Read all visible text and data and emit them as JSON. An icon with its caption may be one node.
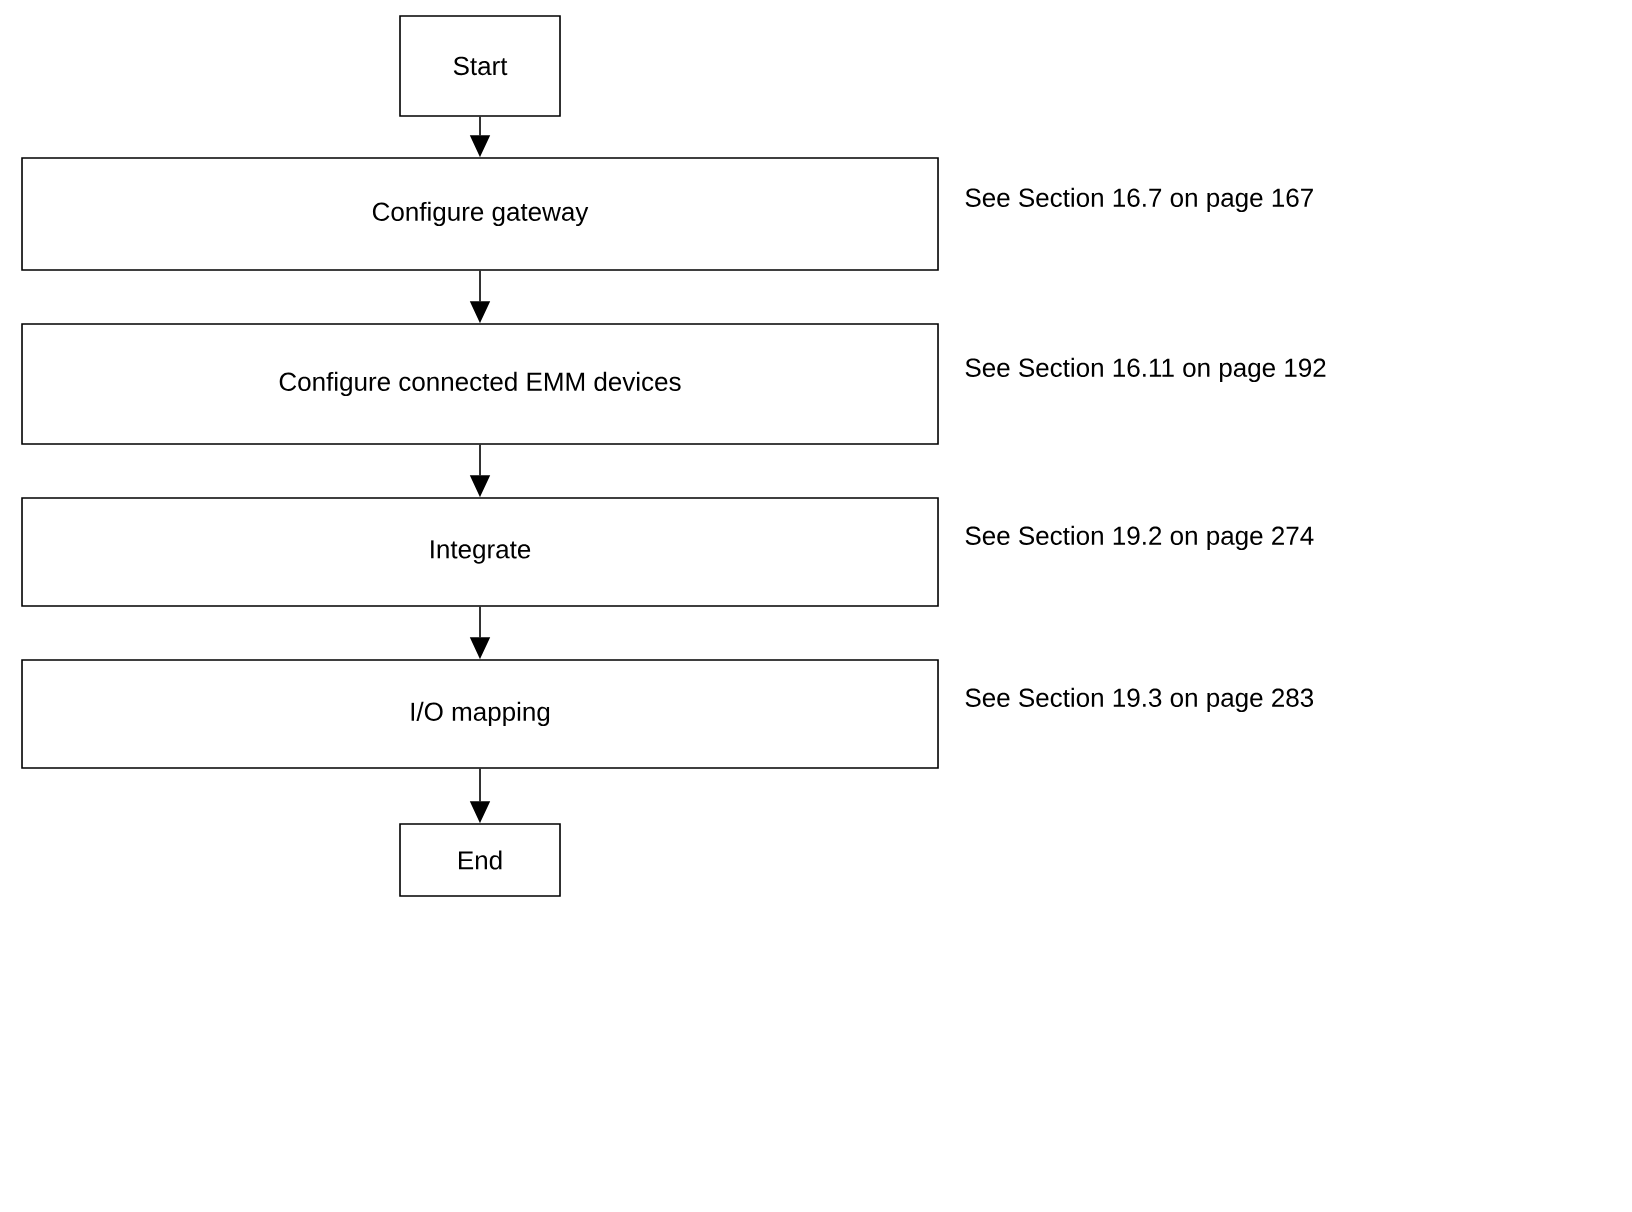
{
  "diagram": {
    "nodes": [
      {
        "text": [
          "Start"
        ]
      },
      {
        "text": [
          "Configure gateway"
        ],
        "beside": [
          "See Section 16.7 on page 167"
        ]
      },
      {
        "text": [
          "Configure connected EMM devices"
        ],
        "beside": [
          "See Section 16.11 on page 192"
        ]
      },
      {
        "text": [
          "Integrate"
        ],
        "beside": [
          "See Section 19.2 on page 274"
        ]
      },
      {
        "text": [
          "I/O mapping"
        ],
        "beside": [
          "See Section 19.3 on page 283"
        ]
      },
      {
        "text": [
          "End"
        ]
      }
    ],
    "edges": [
      {
        "from": 0,
        "to": 1,
        "arrow": "to"
      },
      {
        "from": 1,
        "to": 2,
        "arrow": "to"
      },
      {
        "from": 2,
        "to": 3,
        "arrow": "to"
      },
      {
        "from": 3,
        "to": 4,
        "arrow": "to"
      },
      {
        "from": 4,
        "to": 5,
        "arrow": "to"
      }
    ]
  }
}
